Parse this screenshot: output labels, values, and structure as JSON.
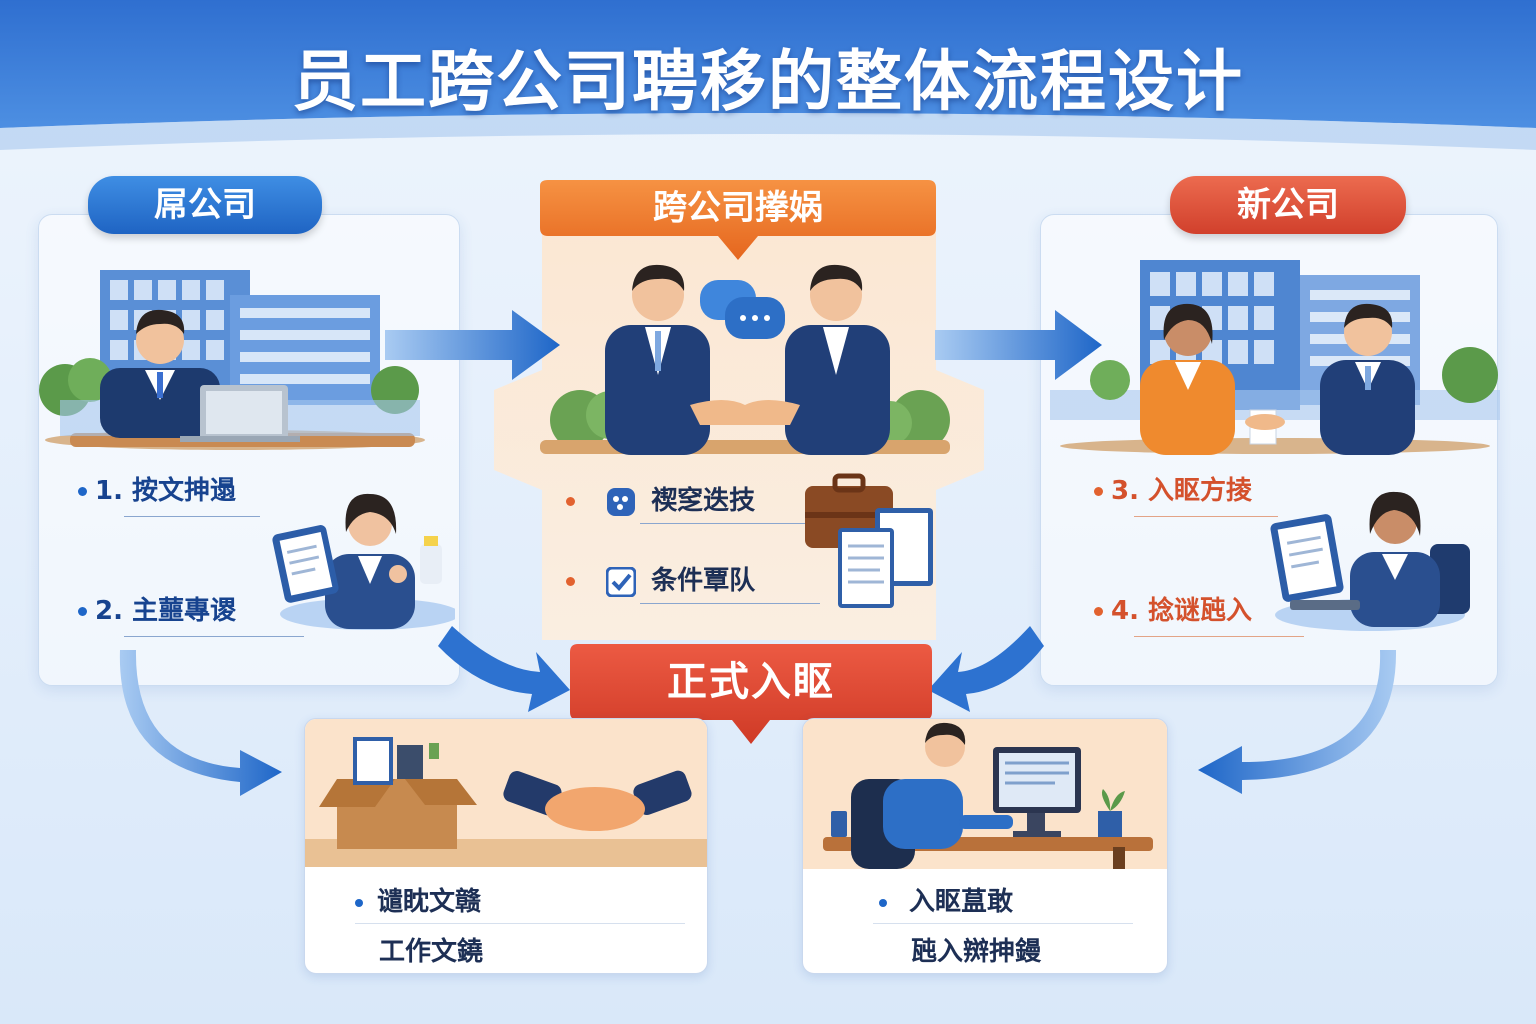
{
  "title": "员工跨公司聘移的整体流程设计",
  "columns": {
    "old_company": {
      "label": "屌公司",
      "steps": [
        {
          "text": "1. 按文抻遢"
        },
        {
          "text": "2. 主蘁專谡"
        }
      ]
    },
    "coordination": {
      "label": "跨公司搼娲",
      "items": [
        {
          "text": "禊窆迭技"
        },
        {
          "text": "条件覃队"
        }
      ]
    },
    "new_company": {
      "label": "新公司",
      "steps": [
        {
          "text": "3. 入眍方掕"
        },
        {
          "text": "4. 捻谜瓲入"
        }
      ]
    }
  },
  "formal_onboarding": {
    "label": "正式入眍"
  },
  "bottom_left": {
    "bullet": "谴眈文赣",
    "sub": "工作文鐃"
  },
  "bottom_right": {
    "bullet": "入眍蒀敢",
    "sub": "瓲入辬抻鏝"
  },
  "colors": {
    "blue": "#1f64c3",
    "orange": "#ef7a32",
    "red": "#d6412c"
  }
}
